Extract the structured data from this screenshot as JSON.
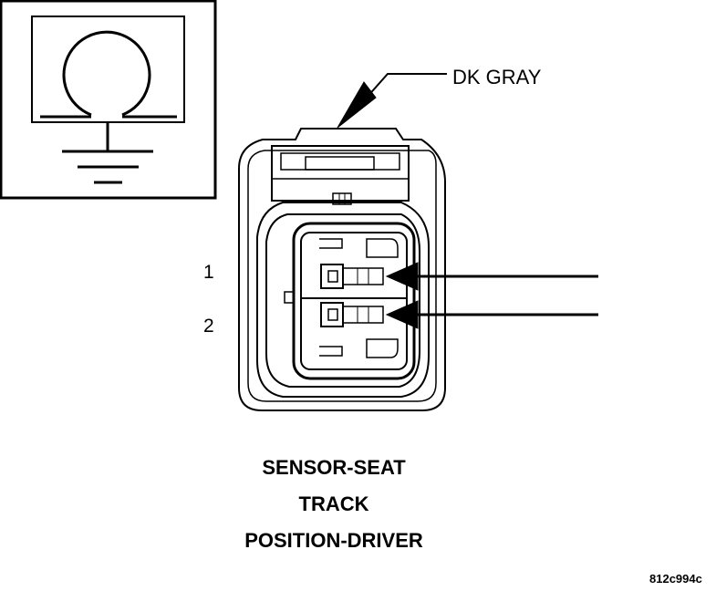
{
  "wire_color": "DK GRAY",
  "pins": [
    {
      "number": "1"
    },
    {
      "number": "2"
    }
  ],
  "title_lines": [
    "SENSOR-SEAT",
    "TRACK",
    "POSITION-DRIVER"
  ],
  "figure_id": "812c994c",
  "colors": {
    "line": "#000000",
    "background": "#ffffff"
  }
}
